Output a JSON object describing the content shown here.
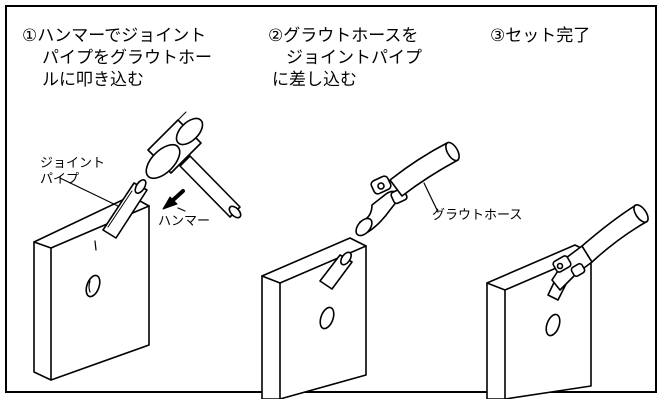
{
  "steps": [
    {
      "lines": [
        "①ハンマーでジョイント",
        "パイプをグラウトホー",
        "ルに叩き込む"
      ]
    },
    {
      "lines": [
        "②グラウトホースを",
        "ジョイントパイプ",
        "に差し込む"
      ]
    },
    {
      "lines": [
        "③セット完了"
      ]
    }
  ],
  "labels": {
    "joint_pipe": [
      "ジョイント",
      "パイプ"
    ],
    "hammer": "ハンマー",
    "grout_hose": "グラウトホース"
  },
  "colors": {
    "line": "#000000",
    "fill": "#ffffff"
  }
}
